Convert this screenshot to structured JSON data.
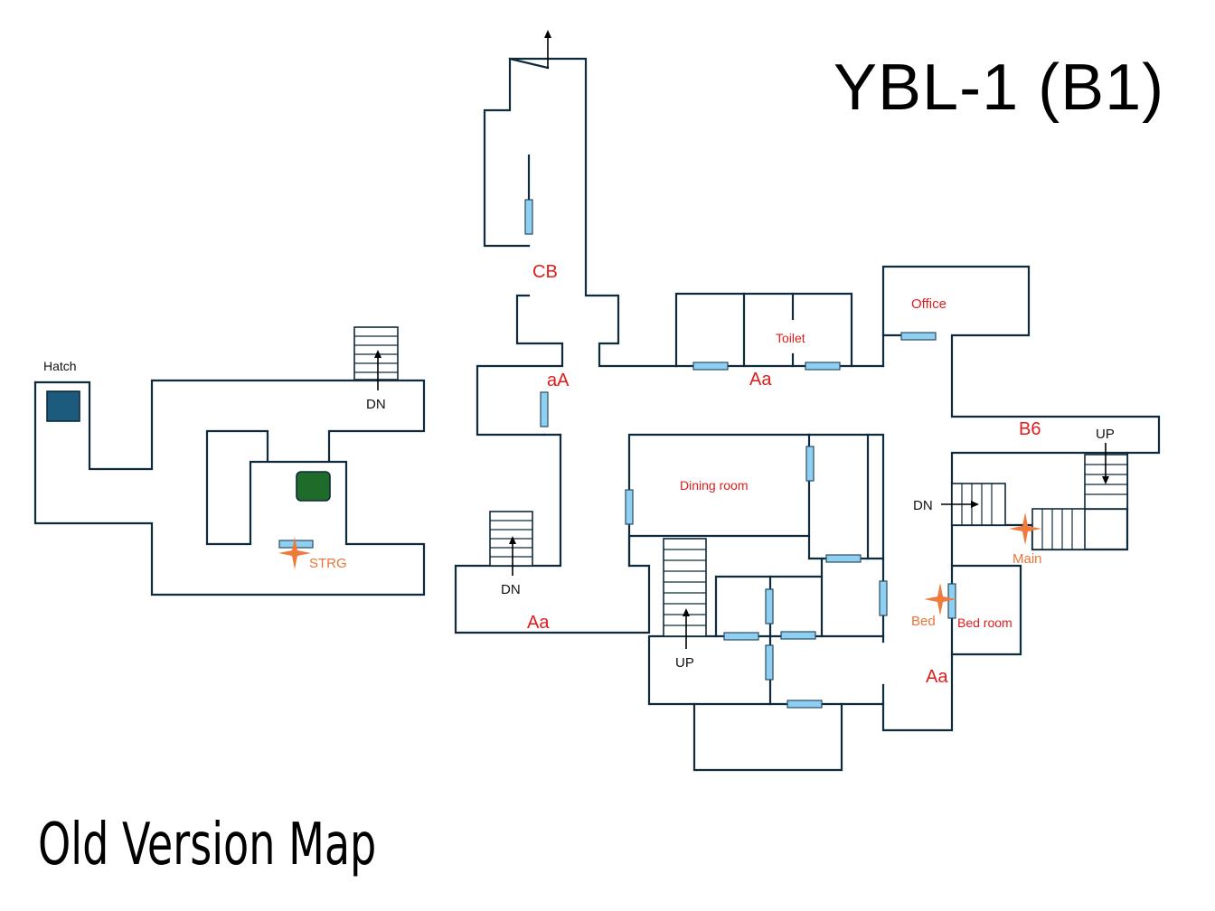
{
  "title": "YBL-1 (B1)",
  "subtitle": "Old Version Map",
  "colors": {
    "wall": "#0f2a3a",
    "door": "#8fd0f2",
    "room_label": "#e31b1b",
    "marker": "#ee7a3b",
    "hatch_fill": "#1d5b7e",
    "green_box": "#1e6b2a"
  },
  "labels": {
    "hatch": "Hatch",
    "cb": "CB",
    "aA": "aA",
    "aa_corridor": "Aa",
    "aa_lower": "Aa",
    "aa_right": "Aa",
    "toilet": "Toilet",
    "office": "Office",
    "b6": "B6",
    "dining_room": "Dining room",
    "bed_room": "Bed room",
    "dn_left": "DN",
    "dn_middle": "DN",
    "dn_right": "DN",
    "up_middle": "UP",
    "up_right": "UP"
  },
  "markers": [
    {
      "label": "STRG"
    },
    {
      "label": "Main"
    },
    {
      "label": "Bed"
    }
  ]
}
